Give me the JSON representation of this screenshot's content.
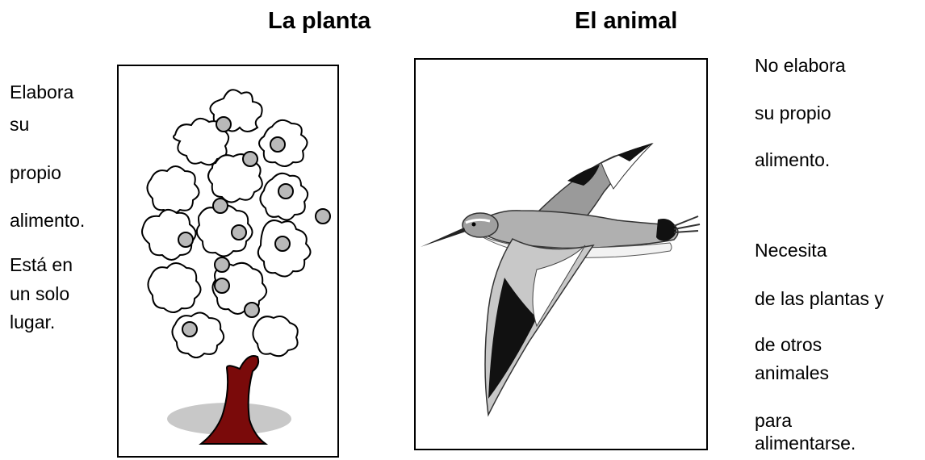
{
  "headings": {
    "plant": "La planta",
    "animal": "El animal"
  },
  "plant_text": {
    "line1": "Elabora",
    "line2": "su",
    "line3": "propio",
    "line4": "alimento.",
    "line5": "Está en",
    "line6": "un solo",
    "line7": "lugar."
  },
  "animal_text": {
    "line1": "No elabora",
    "line2": "su propio",
    "line3": "alimento.",
    "line4": "Necesita",
    "line5": "de las plantas y",
    "line6": "de otros",
    "line7": "animales",
    "line8": "para",
    "line9": "alimentarse."
  },
  "colors": {
    "trunk": "#7a0a0a",
    "fruit": "#b9b9b9",
    "shadow": "#c8c8c8"
  },
  "images": {
    "plant": "tree-illustration",
    "animal": "flying-bird-illustration"
  }
}
